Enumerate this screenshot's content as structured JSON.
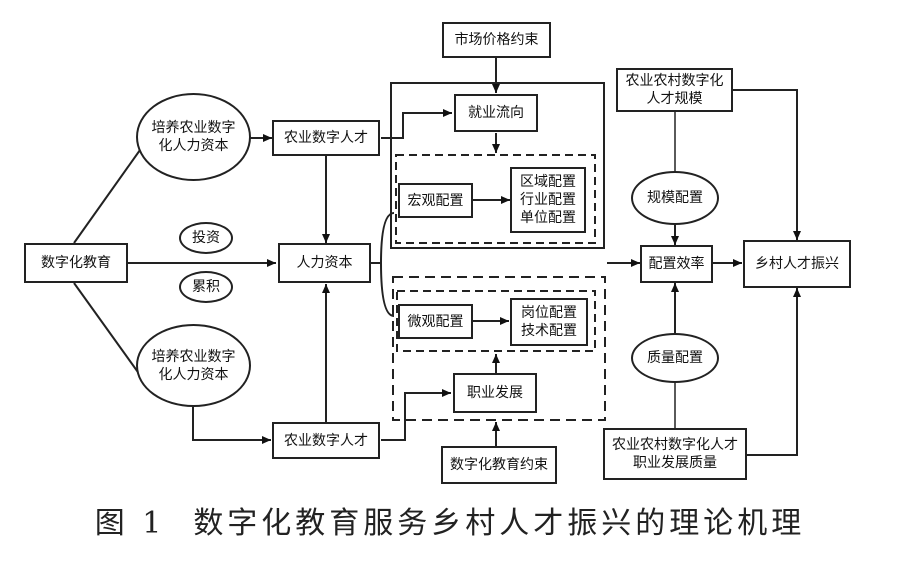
{
  "nodes": {
    "market_constraint": "市场价格约束",
    "cultivate_top": [
      "培养农业数字",
      "化人力资本"
    ],
    "agri_talent_top": "农业数字人才",
    "employment_flow": "就业流向",
    "macro_config": "宏观配置",
    "region_config": [
      "区域配置",
      "行业配置",
      "单位配置"
    ],
    "invest": "投资",
    "digital_education": "数字化教育",
    "human_capital": "人力资本",
    "accumulate": "累积",
    "micro_config": "微观配置",
    "post_config": [
      "岗位配置",
      "技术配置"
    ],
    "cultivate_bottom": [
      "培养农业数字",
      "化人力资本"
    ],
    "career_development": "职业发展",
    "agri_talent_bottom": "农业数字人才",
    "edu_constraint": "数字化教育约束",
    "scale": [
      "农业农村数字化",
      "人才规模"
    ],
    "scale_config": "规模配置",
    "config_efficiency": "配置效率",
    "rural_revitalization": "乡村人才振兴",
    "quality_config": "质量配置",
    "quality": [
      "农业农村数字化人才",
      "职业发展质量"
    ]
  },
  "caption": {
    "label": "图 1",
    "title": "数字化教育服务乡村人才振兴的理论机理"
  }
}
